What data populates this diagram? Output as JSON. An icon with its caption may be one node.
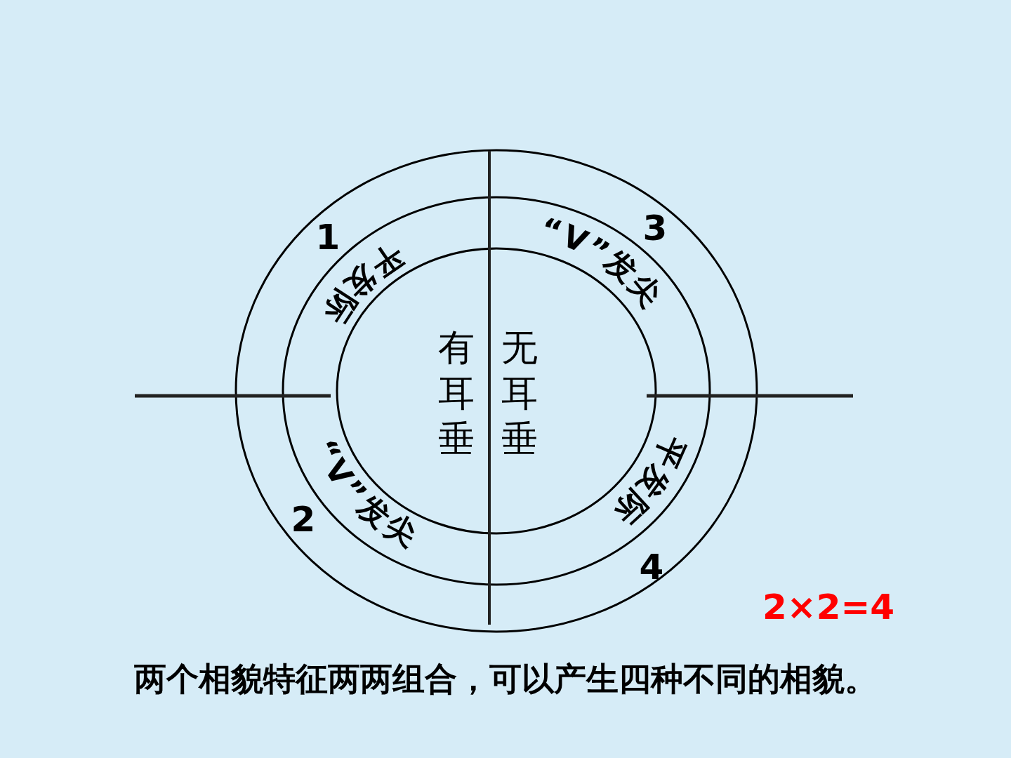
{
  "diagram": {
    "caption": "两个相貌特征两两组合，可以产生四种不同的相貌。",
    "labels": [
      "1",
      "平发际",
      "“V”发尖",
      "3",
      "有耳垂",
      "无耳垂",
      "“V”发尖",
      "平发际",
      "2",
      "4",
      "2×2=4"
    ]
  }
}
